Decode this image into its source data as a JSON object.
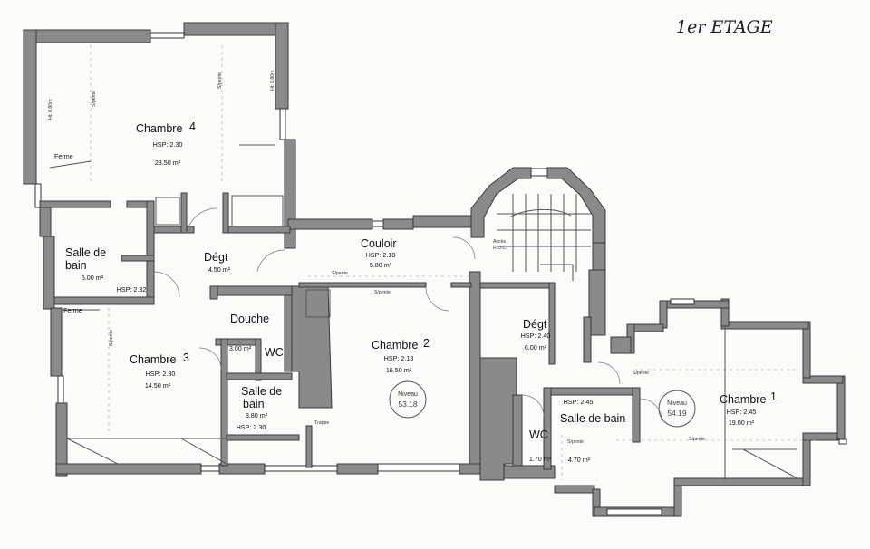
{
  "title": "1er ETAGE",
  "rooms": [
    {
      "key": "chambre4",
      "name": "Chambre",
      "num": "4",
      "hsp": "HSP: 2.30",
      "area": "23.50 m²"
    },
    {
      "key": "sdb4",
      "name_line1": "Salle de",
      "name_line2": "bain",
      "area": "5.00 m²",
      "hsp": "HSP: 2.32"
    },
    {
      "key": "degt1",
      "name": "Dégt",
      "area": "4.50 m²"
    },
    {
      "key": "couloir",
      "name": "Couloir",
      "hsp": "HSP: 2.18",
      "area": "5.80 m²"
    },
    {
      "key": "chambre3",
      "name": "Chambre",
      "num": "3",
      "hsp": "HSP: 2.30",
      "area": "14.50 m²"
    },
    {
      "key": "douche",
      "name": "Douche",
      "area": "3.00 m²"
    },
    {
      "key": "wc1",
      "name": "WC"
    },
    {
      "key": "sdb3",
      "name_line1": "Salle de",
      "name_line2": "bain",
      "area": "3.80 m²",
      "hsp": "HSP: 2.30"
    },
    {
      "key": "chambre2",
      "name": "Chambre",
      "num": "2",
      "hsp": "HSP: 2.18",
      "area": "16.50 m²"
    },
    {
      "key": "degt2",
      "name": "Dégt",
      "hsp": "HSP: 2.40",
      "area": "6.00 m²"
    },
    {
      "key": "wc2",
      "name": "WC",
      "area": "1.70 m²"
    },
    {
      "key": "sdb1",
      "name": "Salle de bain",
      "hsp": "HSP: 2.45",
      "area": "4.70 m²"
    },
    {
      "key": "chambre1",
      "name": "Chambre",
      "num": "1",
      "hsp": "HSP: 2.45",
      "area": "19.00 m²"
    }
  ],
  "levels": [
    {
      "label": "Niveau",
      "value": "53.18"
    },
    {
      "label": "Niveau",
      "value": "54.19"
    }
  ],
  "annotations": {
    "ferme_a": "Ferme",
    "ferme_b": "Ferme",
    "trappe": "Trappe",
    "acces_l1": "Accès",
    "acces_l2": "R.D.C.",
    "spente": "S/pente",
    "h080": "Ht: 0.80m"
  }
}
